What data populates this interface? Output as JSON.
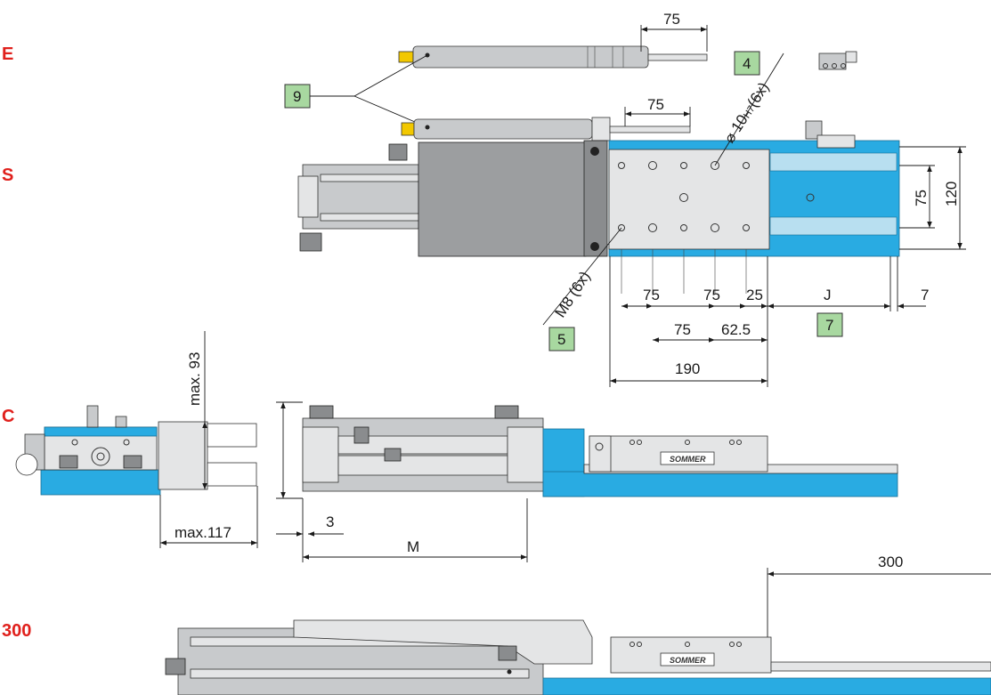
{
  "section_labels": [
    "E",
    "S",
    "C",
    "300"
  ],
  "callouts": {
    "c9": "9",
    "c4": "4",
    "c5": "5",
    "c7": "7"
  },
  "dimensions": {
    "d75_top": "75",
    "d75_second": "75",
    "bore": "10",
    "bore_tol": "H7",
    "bore_count": "(6x)",
    "d75_side": "75",
    "d120": "120",
    "thread": "M8 (6x)",
    "r1_a": "75",
    "r1_b": "75",
    "r1_c": "25",
    "r1_j": "J",
    "r1_7": "7",
    "r2_a": "75",
    "r2_b": "62.5",
    "d190": "190",
    "max93": "max. 93",
    "max117": "max.117",
    "d3": "3",
    "dM": "M",
    "d300": "300"
  },
  "colors": {
    "label_red": "#e0201c",
    "callout_green": "#a8d8a0",
    "slide_blue": "#29abe2"
  },
  "brand_plate": "SOMMER"
}
